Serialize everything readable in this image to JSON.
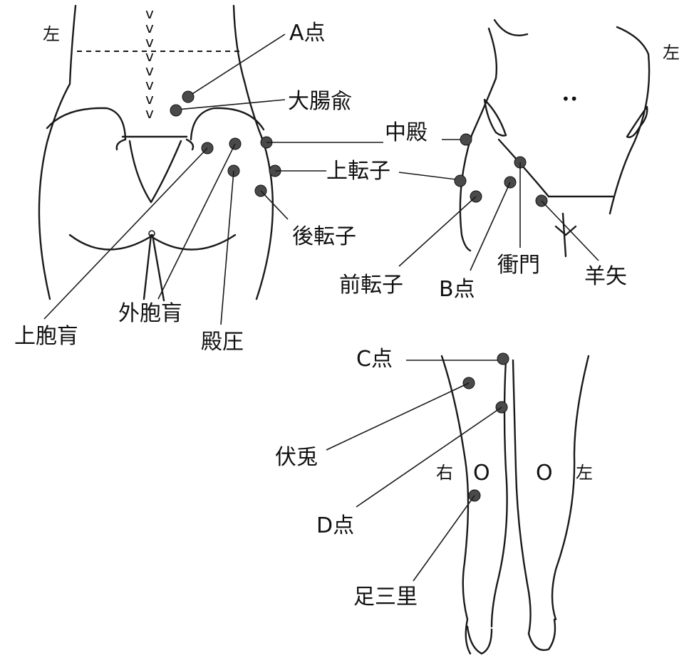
{
  "side_markers": {
    "back_left": "左",
    "front_left": "左",
    "legs_right": "右",
    "legs_left": "左",
    "knee_right": "O",
    "knee_left": "O"
  },
  "points": {
    "A_ten": "A点",
    "daichoyu": "大腸兪",
    "chuden": "中殿",
    "jotenshi_back": "上転子",
    "jotenshi_front": "上転子",
    "kotenshi": "後転子",
    "zentenshi": "前転子",
    "B_ten": "B点",
    "shomon": "衝門",
    "yoshi": "羊矢",
    "johoko": "上胞肓",
    "gaihoko": "外胞肓",
    "denatsu": "殿圧",
    "C_ten": "C点",
    "fukuto": "伏兎",
    "D_ten": "D点",
    "ashisanri": "足三里"
  }
}
